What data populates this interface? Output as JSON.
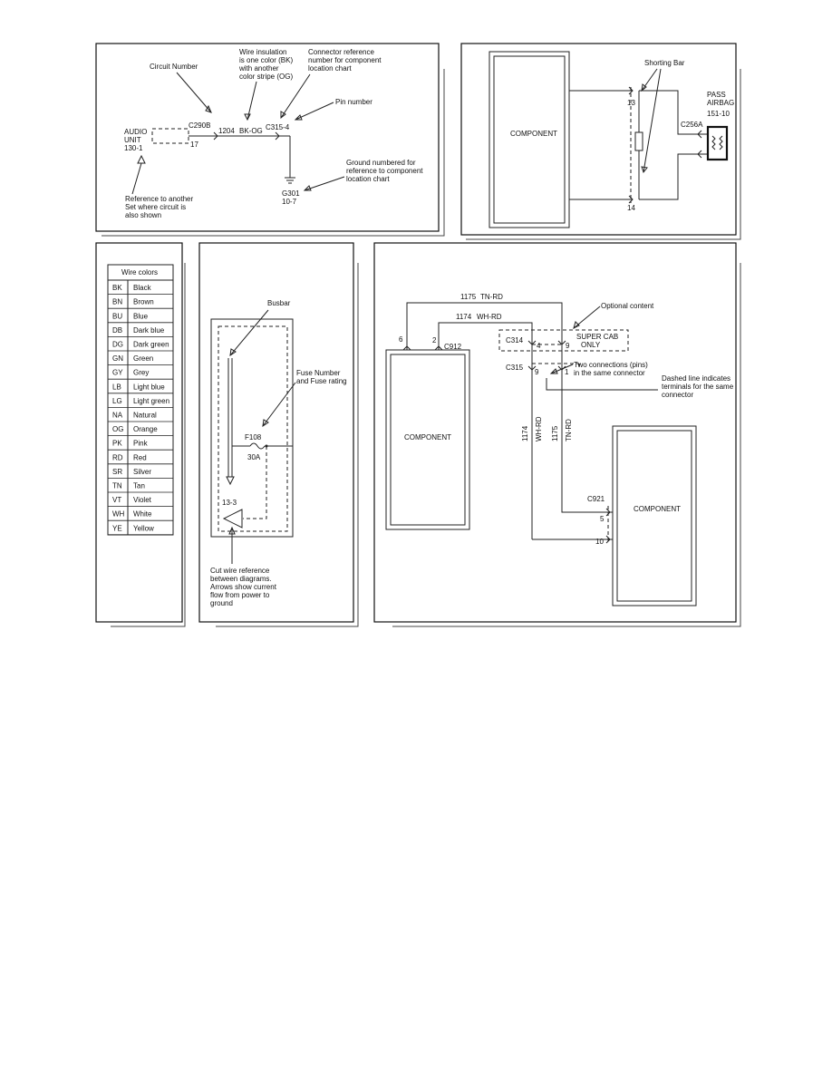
{
  "panel1": {
    "circuit_number_label": "Circuit Number",
    "insulation_label": [
      "Wire insulation",
      "is one color (BK)",
      "with another",
      "color stripe (OG)"
    ],
    "connector_ref_label": [
      "Connector reference",
      "number for component",
      "location chart"
    ],
    "pin_number_label": "Pin number",
    "audio_unit": [
      "AUDIO",
      "UNIT",
      "130-1"
    ],
    "connector": "C290B",
    "pin": "17",
    "circuit": "1204",
    "wire_color": "BK-OG",
    "connector2": "C315-4",
    "ground_id": [
      "G301",
      "10-7"
    ],
    "ground_label": [
      "Ground numbered for",
      "reference to component",
      "location chart"
    ],
    "reference_label": [
      "Reference to another",
      "Set where circuit is",
      "also shown"
    ]
  },
  "panel2": {
    "component": "COMPONENT",
    "shorting_bar": "Shorting Bar",
    "pin_top": "13",
    "pin_bottom": "14",
    "connector": "C256A",
    "airbag": [
      "PASS",
      "AIRBAG",
      "151-10"
    ]
  },
  "panel3": {
    "title": "Wire colors",
    "rows": [
      [
        "BK",
        "Black"
      ],
      [
        "BN",
        "Brown"
      ],
      [
        "BU",
        "Blue"
      ],
      [
        "DB",
        "Dark blue"
      ],
      [
        "DG",
        "Dark green"
      ],
      [
        "GN",
        "Green"
      ],
      [
        "GY",
        "Grey"
      ],
      [
        "LB",
        "Light blue"
      ],
      [
        "LG",
        "Light green"
      ],
      [
        "NA",
        "Natural"
      ],
      [
        "OG",
        "Orange"
      ],
      [
        "PK",
        "Pink"
      ],
      [
        "RD",
        "Red"
      ],
      [
        "SR",
        "Silver"
      ],
      [
        "TN",
        "Tan"
      ],
      [
        "VT",
        "Violet"
      ],
      [
        "WH",
        "White"
      ],
      [
        "YE",
        "Yellow"
      ]
    ]
  },
  "panel4": {
    "busbar": "Busbar",
    "fuse_label": [
      "Fuse Number",
      "and Fuse rating"
    ],
    "fuse": "F108",
    "rating": "30A",
    "cut_ref": "13-3",
    "cut_label": [
      "Cut wire reference",
      "between diagrams.",
      "Arrows show current",
      "flow from power to",
      "ground"
    ]
  },
  "panel5": {
    "wire_top": {
      "circuit": "1175",
      "color": "TN-RD"
    },
    "wire_mid": {
      "circuit": "1174",
      "color": "WH-RD"
    },
    "optional_label": "Optional content",
    "pin_6": "6",
    "pin_2": "2",
    "c912": "C912",
    "c314": "C314",
    "c314_pin_a": "4",
    "c314_pin_b": "9",
    "super_cab": [
      "SUPER CAB",
      "ONLY"
    ],
    "c315": "C315",
    "c315_pin_a": "9",
    "c315_pin_b": "1",
    "two_connections": [
      "Two connections (pins)",
      "in the same connector"
    ],
    "dashed_label": [
      "Dashed line indicates",
      "terminals for the same",
      "connector"
    ],
    "component_left": "COMPONENT",
    "component_right": "COMPONENT",
    "vert_1174": "1174",
    "vert_whrd": "WH-RD",
    "vert_1175": "1175",
    "vert_tnrd": "TN-RD",
    "c921": "C921",
    "pin_5": "5",
    "pin_10": "10"
  }
}
